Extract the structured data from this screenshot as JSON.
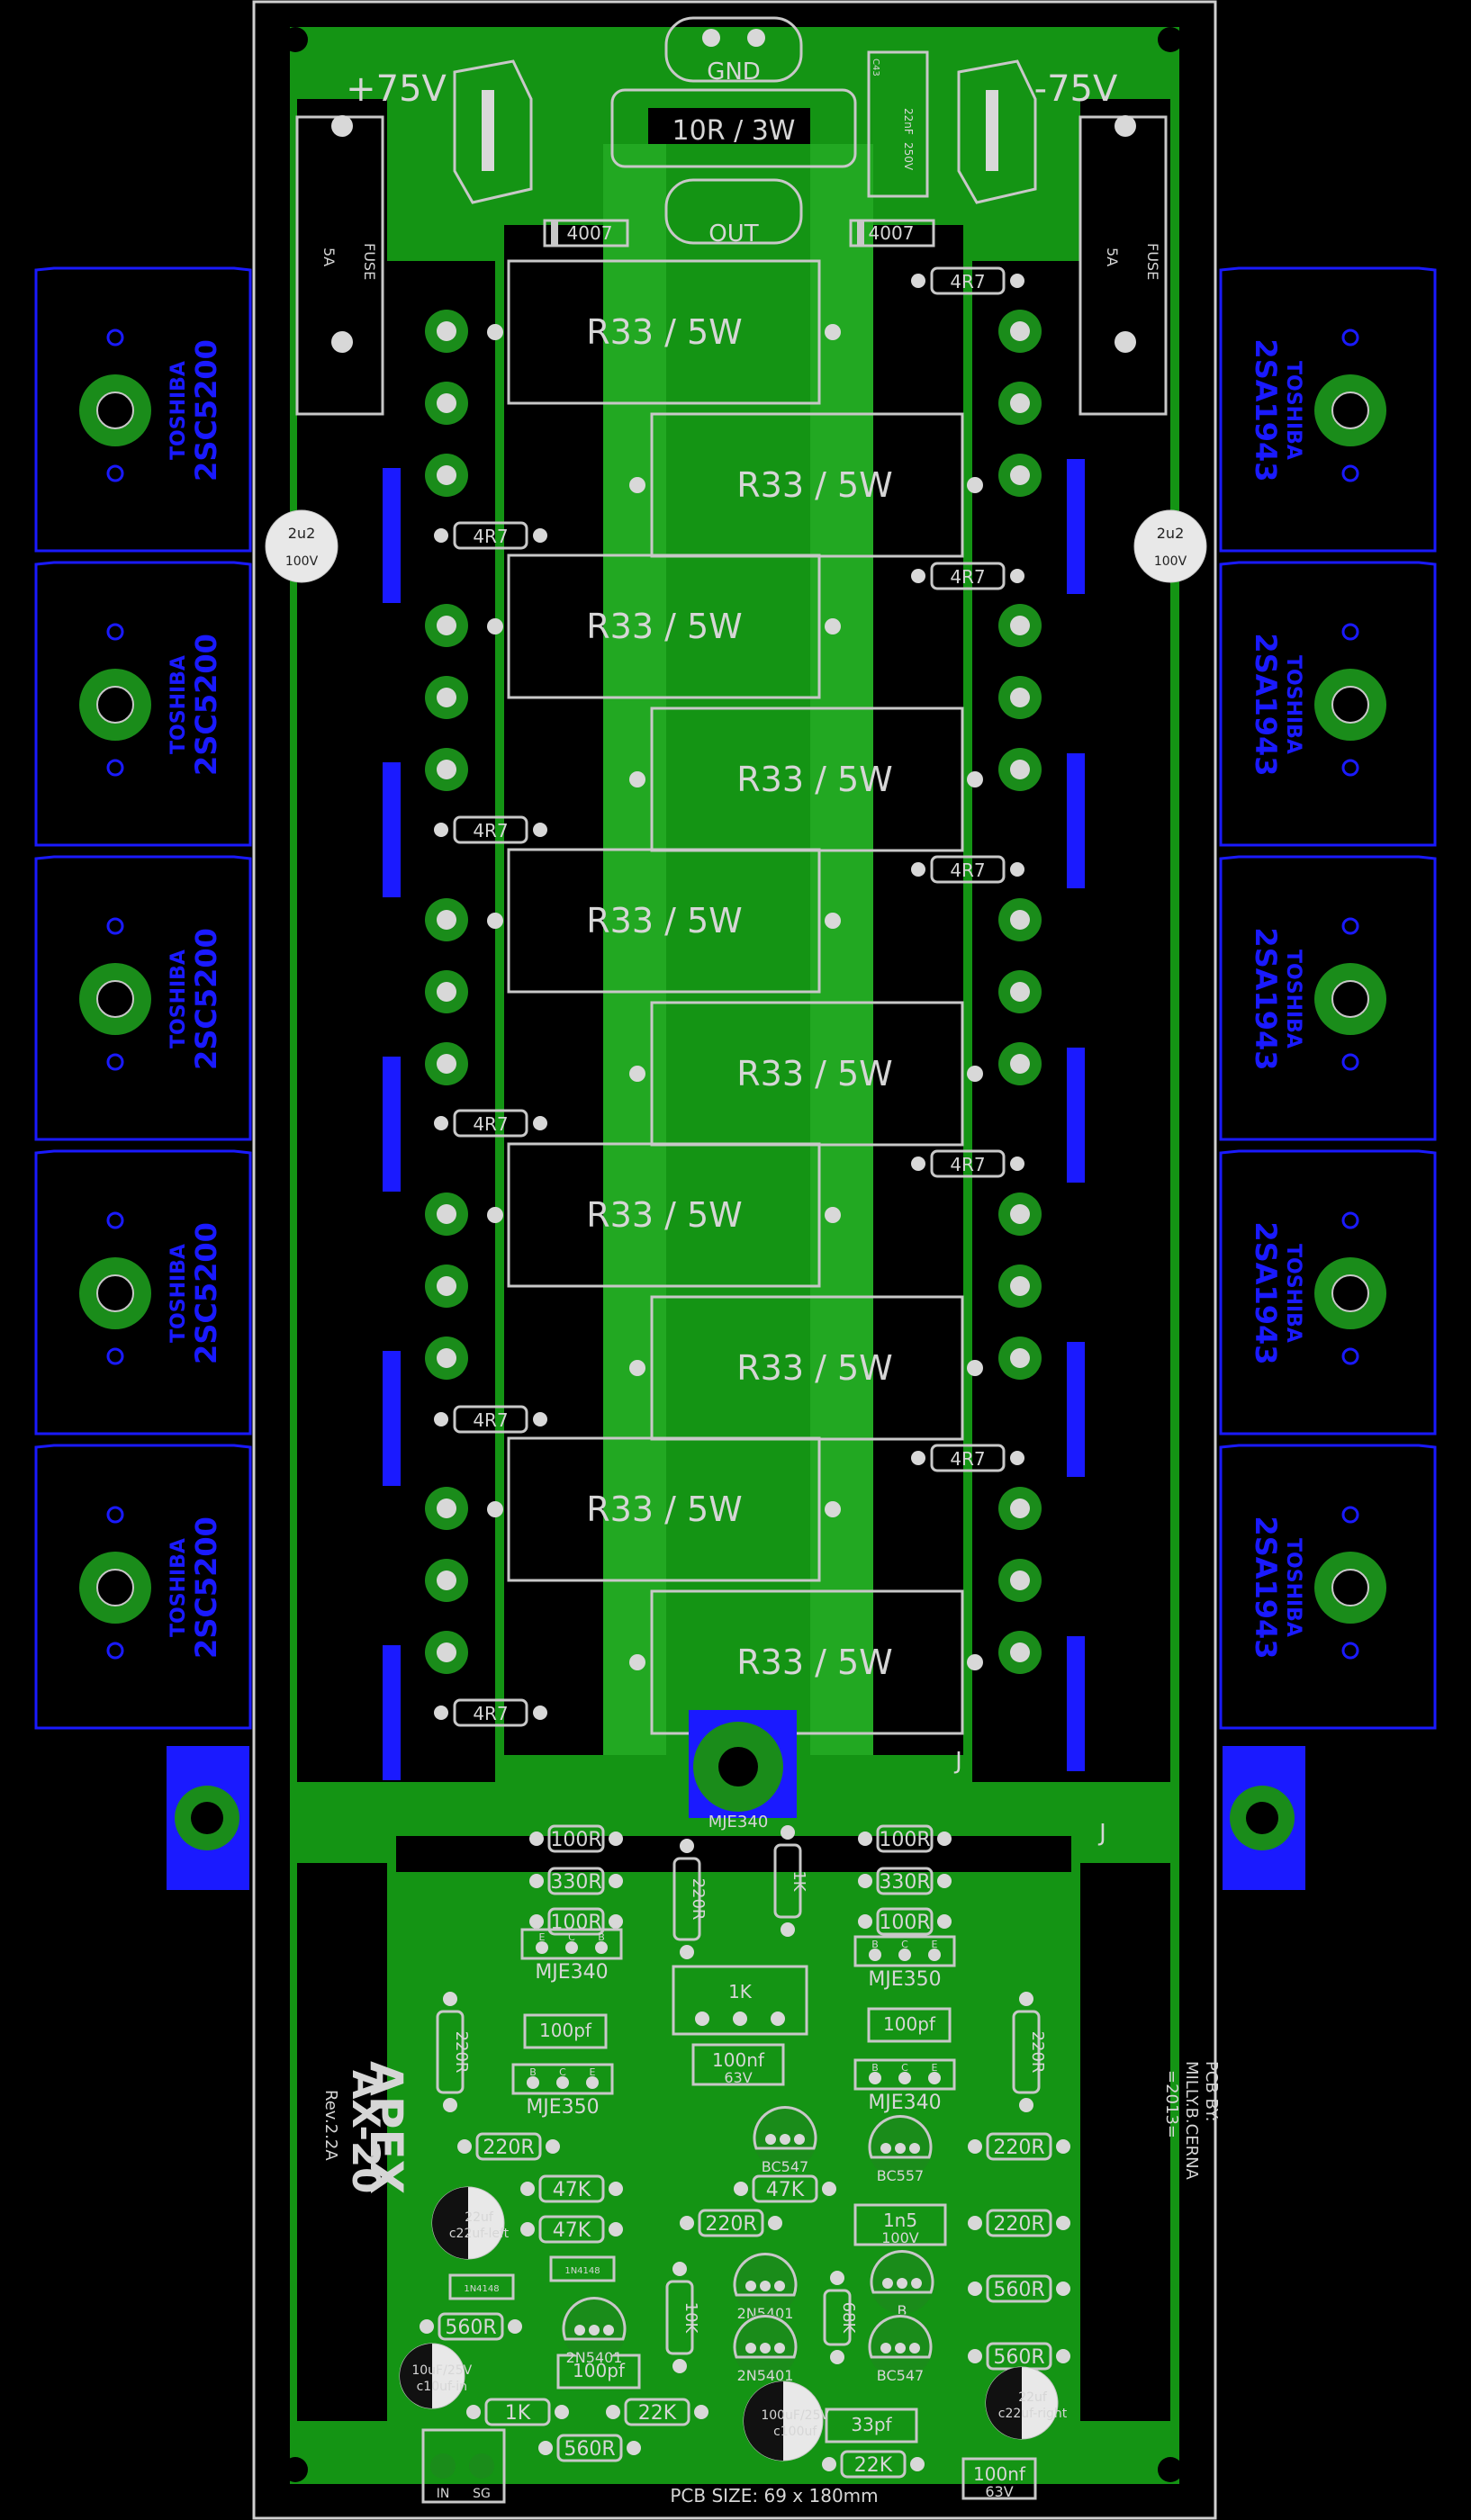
{
  "board": {
    "supply_positive": "+75V",
    "supply_negative": "-75V",
    "ground_label": "GND",
    "output_label": "OUT",
    "top_resistor": "10R / 3W",
    "diode": "4007",
    "fuse": "FUSE",
    "fuse_rating": "5A",
    "cap_small": "22nF",
    "cap_small_v": "250V",
    "cap_small_id": "C43",
    "cap_bypass": "2u2",
    "cap_bypass_v": "100V",
    "emitter_resistor": "R33 / 5W",
    "base_resistor": "4R7",
    "npn_brand": "TOSHIBA",
    "npn_part": "2SC5200",
    "pnp_brand": "TOSHIBA",
    "pnp_part": "2SA1943",
    "jumper": "J",
    "pcb_size": "PCB SIZE: 69 x 180mm",
    "credit_line1": "PCB BY:",
    "credit_line2": "MILLY.B.CERNA",
    "credit_line3": "=2013=",
    "brand_logo": "APEX",
    "model": "AX-20",
    "revision": "Rev.2.2A"
  },
  "driver": {
    "vbe_transistor": "MJE340",
    "r100": "100R",
    "r330": "330R",
    "r220": "220R",
    "r1k": "1K",
    "r47k": "47K",
    "r560": "560R",
    "r22k": "22K",
    "r10k": "10K",
    "r68k": "68K",
    "trim": "1K",
    "mje340": "MJE340",
    "mje350": "MJE350",
    "c100pf": "100pf",
    "c100nf": "100nf",
    "c63v": "63V",
    "bc547": "BC547",
    "bc557": "BC557",
    "n5401": "2N5401",
    "diode_1n4148": "1N4148",
    "c22uf": "22uf",
    "c1n5": "1n5",
    "c1n5_v": "100V",
    "c100uf": "100uF/25V",
    "c10uf": "10uF/25V",
    "c33pf": "33pf",
    "pin_e": "E",
    "pin_c": "C",
    "pin_b": "B",
    "input": "IN",
    "signal_gnd": "SG"
  }
}
